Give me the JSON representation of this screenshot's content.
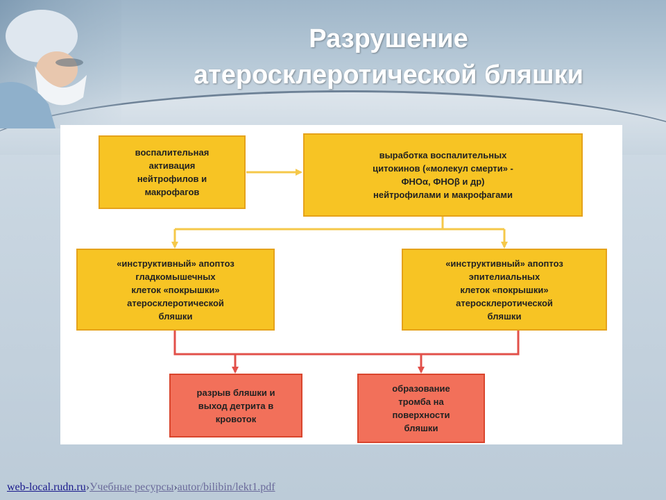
{
  "slide": {
    "title_lines": [
      "Разрушение",
      "атеросклеротической бляшки"
    ]
  },
  "diagram": {
    "boxes": {
      "activation": [
        "воспалительная",
        "активация",
        "нейтрофилов и",
        "макрофагов"
      ],
      "cytokines": [
        "выработка воспалительных",
        "цитокинов («молекул смерти» -",
        "ФНОα, ФНОβ и др)",
        "нейтрофилами и макрофагами"
      ],
      "apoptosis_smooth": [
        "«инструктивный» апоптоз",
        "гладкомышечных",
        "клеток «покрышки»",
        "атеросклеротической",
        "бляшки"
      ],
      "apoptosis_epith": [
        "«инструктивный» апоптоз",
        "эпителиальных",
        "клеток «покрышки»",
        "атеросклеротической",
        "бляшки"
      ],
      "rupture": [
        "разрыв бляшки и",
        "выход детрита в",
        "кровоток"
      ],
      "thrombus": [
        "образование",
        "тромба на",
        "поверхности",
        "бляшки"
      ]
    },
    "colors": {
      "yellow_fill": "#f7c424",
      "yellow_border": "#e5a21a",
      "red_fill": "#f2705a",
      "red_border": "#d9452d",
      "yellow_line": "#f5c84a",
      "red_line": "#e2504a"
    }
  },
  "footer": {
    "site": "web-local.rudn.ru",
    "sep1": "›",
    "section": "Учебные ресурсы",
    "sep2": "›",
    "path": "autor/bilibin/lekt1.pdf"
  }
}
